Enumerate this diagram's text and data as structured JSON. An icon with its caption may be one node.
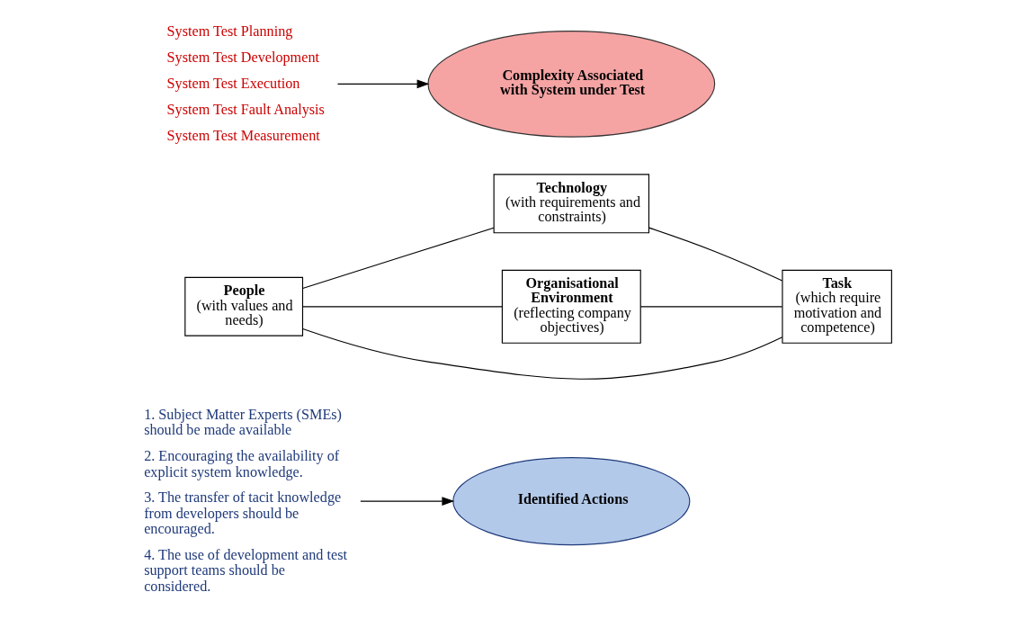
{
  "diagram": {
    "nodes": [
      {
        "text": [
          "1. Subject Matter Experts (SMEs) should be made available",
          "2. Encouraging the availability of explicit system knowledge.",
          "3. The transfer of tacit knowledge from developers should be encouraged.",
          "4. The use of development and test support teams should be considered."
        ]
      },
      {
        "text": [
          "Identified Actions"
        ]
      },
      {
        "text": [
          "People",
          "(with values and needs)"
        ]
      },
      {
        "text": [
          "Technology",
          "(with requirements and constraints)"
        ]
      },
      {
        "text": [
          "Organisational Environment",
          "(reflecting company objectives)"
        ]
      },
      {
        "text": [
          "Complexity Associated with System under Test"
        ]
      },
      {
        "text": [
          "System Test Planning",
          "System Test Development",
          "System Test Execution",
          "System Test Fault Analysis",
          "System Test Measurement"
        ]
      },
      {
        "text": [
          "Task",
          "(which require motivation and competence)"
        ]
      }
    ],
    "edges": [
      {
        "from": 0,
        "to": 1,
        "arrow": "to"
      },
      {
        "from": 6,
        "to": 5,
        "arrow": "to"
      },
      {
        "from": 2,
        "to": 3,
        "arrow": "none"
      },
      {
        "from": 2,
        "to": 7,
        "arrow": "none"
      },
      {
        "from": 2,
        "to": 4,
        "arrow": "none"
      },
      {
        "from": 3,
        "to": 7,
        "arrow": "none"
      },
      {
        "from": 4,
        "to": 7,
        "arrow": "none"
      }
    ]
  }
}
